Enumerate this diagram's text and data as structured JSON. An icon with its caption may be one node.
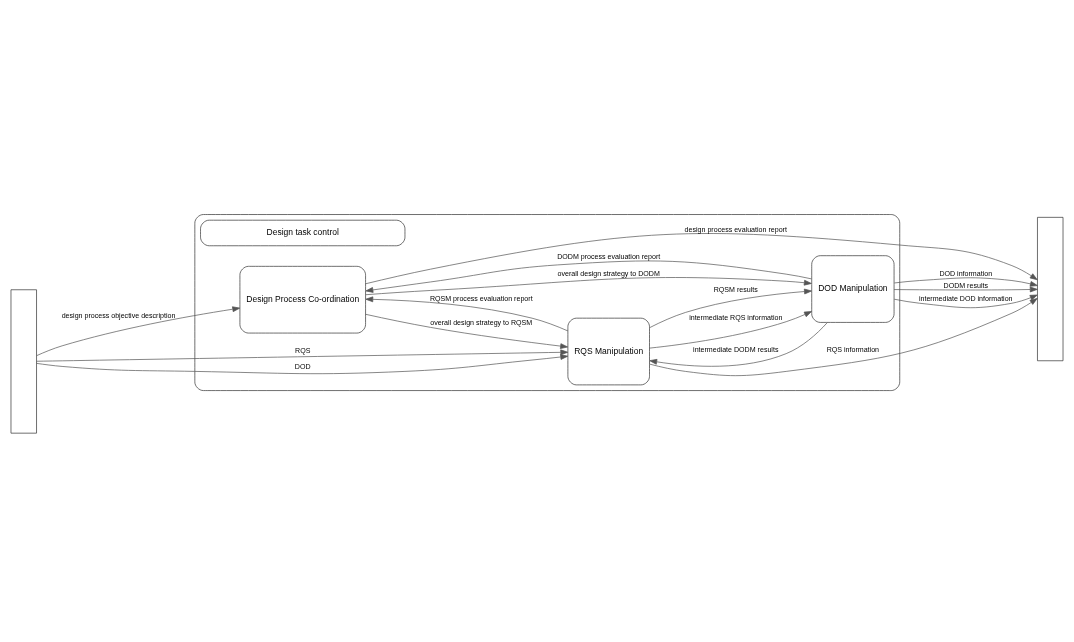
{
  "diagram": {
    "nodes": [
      {
        "text": [],
        "shape": "box"
      },
      {
        "text": [
          "Design task control"
        ],
        "in": 0
      },
      {
        "text": [
          "Design Process Co-ordination"
        ],
        "in": 0
      },
      {
        "text": [
          "RQS Manipulation"
        ],
        "in": 0
      },
      {
        "text": [
          "DOD Manipulation"
        ],
        "in": 0
      },
      {
        "text": [],
        "shape": "bar"
      },
      {
        "text": [],
        "shape": "bar"
      }
    ],
    "edges": [
      {
        "from": 5,
        "to": 2,
        "arrow": "to",
        "label": "design process objective description"
      },
      {
        "from": 2,
        "to": 6,
        "arrow": "to",
        "label": "design process evaluation report"
      },
      {
        "from": 2,
        "to": 3,
        "arrow": "to",
        "label": "overall design strategy to RQSM"
      },
      {
        "from": 2,
        "to": 4,
        "arrow": "to",
        "label": "overall design strategy to DODM"
      },
      {
        "from": 4,
        "to": 2,
        "arrow": "to",
        "label": "DODM process evaluation report"
      },
      {
        "from": 3,
        "to": 2,
        "arrow": "to",
        "label": "RQSM process evaluation report"
      },
      {
        "from": 5,
        "to": 3,
        "arrow": "to",
        "label": "RQS"
      },
      {
        "from": 5,
        "to": 3,
        "arrow": "to",
        "label": "DOD"
      },
      {
        "from": 3,
        "to": 4,
        "arrow": "to",
        "label": "intermediate RQS information"
      },
      {
        "from": 3,
        "to": 4,
        "arrow": "to",
        "label": "RQSM results"
      },
      {
        "from": 4,
        "to": 6,
        "arrow": "to",
        "label": "DODM results"
      },
      {
        "from": 3,
        "to": 6,
        "arrow": "to",
        "label": "RQS information"
      },
      {
        "from": 4,
        "to": 6,
        "arrow": "to",
        "label": "intermediate DOD information"
      },
      {
        "from": 4,
        "to": 3,
        "arrow": "to",
        "label": "intermediate DODM results"
      },
      {
        "from": 4,
        "to": 6,
        "arrow": "to",
        "label": "DOD information"
      }
    ]
  }
}
